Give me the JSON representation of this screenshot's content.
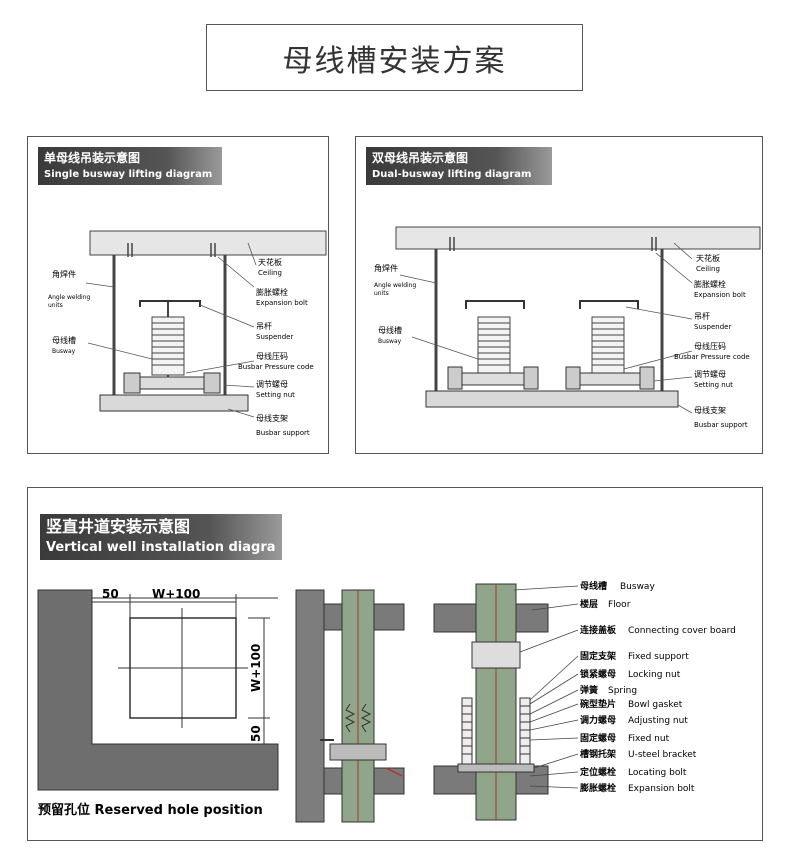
{
  "page_title": "母线槽安装方案",
  "single": {
    "title_cn": "单母线吊装示意图",
    "title_en": "Single busway lifting diagram",
    "labels": {
      "angle_cn": "角焊件",
      "angle_en1": "Angle welding",
      "angle_en2": "units",
      "busway_cn": "母线槽",
      "busway_en": "Busway",
      "ceiling_cn": "天花板",
      "ceiling_en": "Ceiling",
      "bolt_cn": "膨胀螺栓",
      "bolt_en": "Expansion bolt",
      "susp_cn": "吊杆",
      "susp_en": "Suspender",
      "press_cn": "母线压码",
      "press_en": "Busbar Pressure code",
      "nut_cn": "调节螺母",
      "nut_en": "Setting nut",
      "support_cn": "母线支架",
      "support_en": "Busbar support"
    }
  },
  "dual": {
    "title_cn": "双母线吊装示意图",
    "title_en": "Dual-busway lifting diagram",
    "labels": {
      "angle_cn": "角焊件",
      "angle_en1": "Angle welding",
      "angle_en2": "units",
      "busway_cn": "母线槽",
      "busway_en": "Busway",
      "ceiling_cn": "天花板",
      "ceiling_en": "Ceiling",
      "bolt_cn": "膨胀螺栓",
      "bolt_en": "Expansion bolt",
      "susp_cn": "吊杆",
      "susp_en": "Suspender",
      "press_cn": "母线压码",
      "press_en": "Busbar Pressure code",
      "nut_cn": "调节螺母",
      "nut_en": "Setting nut",
      "support_cn": "母线支架",
      "support_en": "Busbar support"
    }
  },
  "vertical": {
    "title_cn": "竖直井道安装示意图",
    "title_en": "Vertical well installation diagra",
    "hole": {
      "dim_50_top": "50",
      "dim_w100_top": "W+100",
      "dim_w100_side": "W+100",
      "dim_50_side": "50",
      "caption": "预留孔位 Reserved hole position"
    },
    "parts": [
      {
        "cn": "母线槽",
        "en": "Busway"
      },
      {
        "cn": "楼层",
        "en": "Floor"
      },
      {
        "cn": "连接盖板",
        "en": "Connecting cover board"
      },
      {
        "cn": "固定支架",
        "en": "Fixed support"
      },
      {
        "cn": "锁紧螺母",
        "en": "Locking nut"
      },
      {
        "cn": "弹簧",
        "en": "Spring"
      },
      {
        "cn": "碗型垫片",
        "en": "Bowl gasket"
      },
      {
        "cn": "调力螺母",
        "en": "Adjusting nut"
      },
      {
        "cn": "固定螺母",
        "en": "Fixed nut"
      },
      {
        "cn": "槽钢托架",
        "en": "U-steel bracket"
      },
      {
        "cn": "定位螺栓",
        "en": "Locating bolt"
      },
      {
        "cn": "膨胀螺栓",
        "en": "Expansion bolt"
      }
    ]
  },
  "colors": {
    "line": "#333333",
    "gray_fill": "#d9d9d9",
    "wall": "#6e6e6e",
    "busway_green": "#8fa68a"
  }
}
